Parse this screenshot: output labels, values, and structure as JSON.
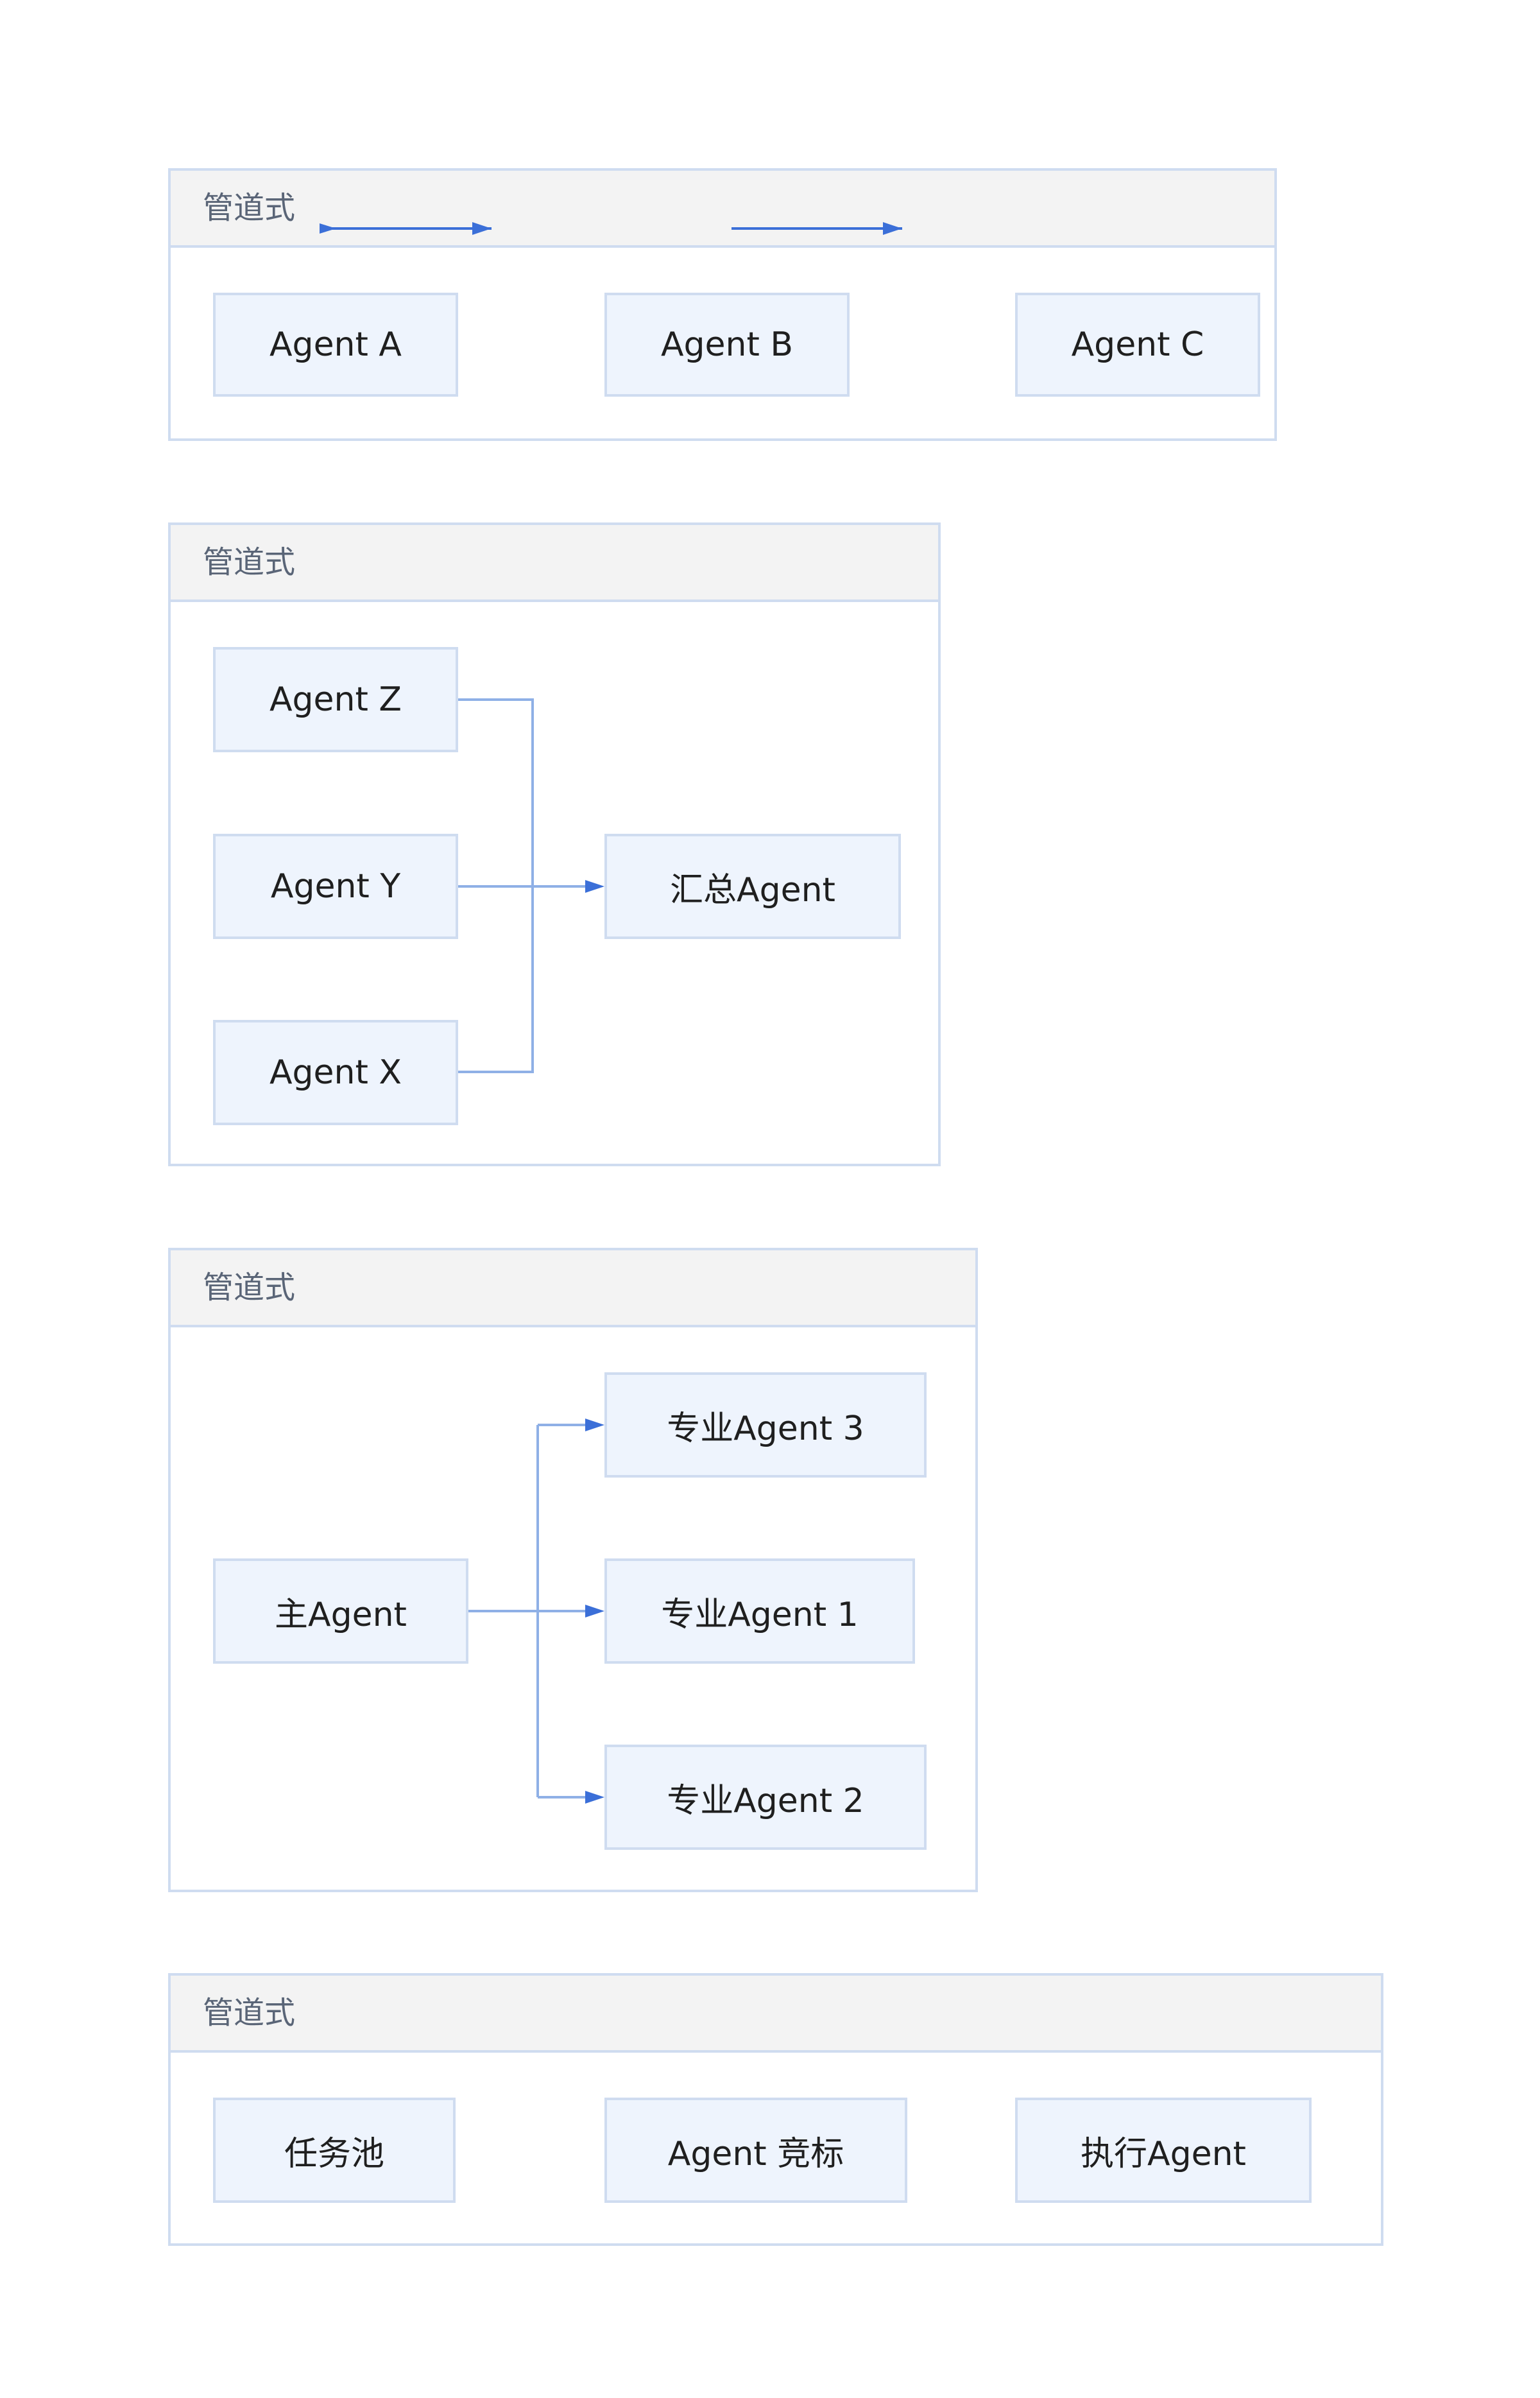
{
  "colors": {
    "panel_border": "#cfdcf0",
    "header_fill": "#f3f3f3",
    "node_fill": "#eef4fd",
    "edge": "#3b6fd8"
  },
  "panels": [
    {
      "title": "管道式",
      "nodes": [
        "Agent A",
        "Agent B",
        "Agent C"
      ]
    },
    {
      "title": "管道式",
      "nodes": [
        "Agent Z",
        "Agent Y",
        "Agent X",
        "汇总Agent"
      ]
    },
    {
      "title": "管道式",
      "nodes": [
        "主Agent",
        "专业Agent 3",
        "专业Agent 1",
        "专业Agent 2"
      ]
    },
    {
      "title": "管道式",
      "nodes": [
        "任务池",
        "Agent 竞标",
        "执行Agent"
      ]
    }
  ]
}
